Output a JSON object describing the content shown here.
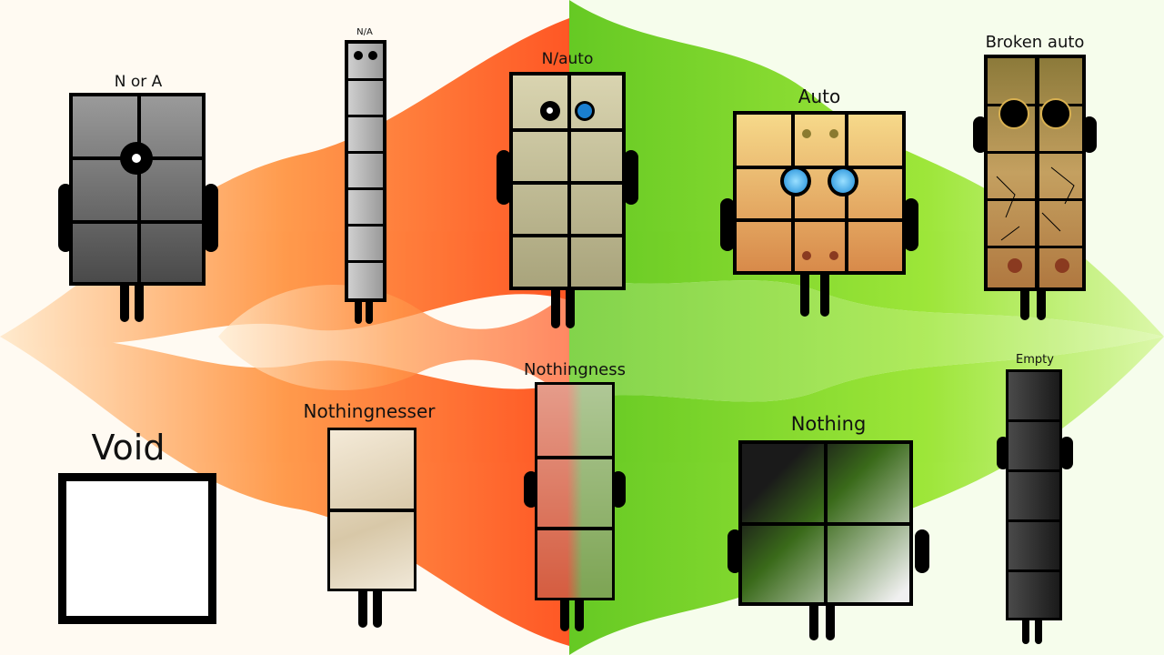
{
  "characters": {
    "n_or_a": {
      "label": "N or A"
    },
    "na": {
      "label": "N/A"
    },
    "n_auto": {
      "label": "N/auto"
    },
    "auto": {
      "label": "Auto"
    },
    "broken_auto": {
      "label": "Broken auto"
    },
    "void": {
      "label": "Void"
    },
    "nothingnesser": {
      "label": "Nothingnesser"
    },
    "nothingness": {
      "label": "Nothingness"
    },
    "nothing": {
      "label": "Nothing"
    },
    "empty": {
      "label": "Empty"
    }
  },
  "colors": {
    "left_wave": "#ff4a00",
    "right_wave": "#6ad200",
    "grey_block": "#6a6a6a",
    "tan_block": "#c9c39a",
    "auto_block": "#e8b464",
    "broken_block": "#c4a060",
    "eye_blue": "#1a7fd0",
    "dark_block": "#2c2c2c"
  }
}
